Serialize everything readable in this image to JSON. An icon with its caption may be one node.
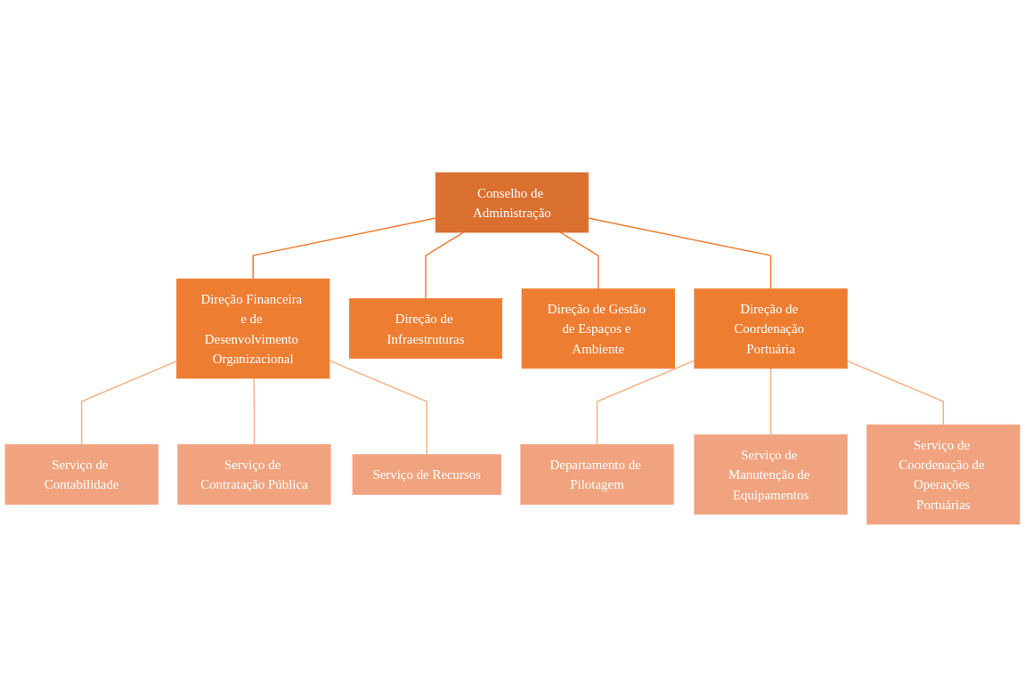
{
  "diagram": {
    "nodes": [
      {
        "text": [
          "Conselho de Administração"
        ]
      },
      {
        "text": [
          "Direção Financeira e de Desenvolvimento Organizacional"
        ]
      },
      {
        "text": [
          "Direção de Infraestruturas"
        ]
      },
      {
        "text": [
          "Direção de Gestão de Espaços e Ambiente"
        ]
      },
      {
        "text": [
          "Direção de Coordenação Portuária"
        ]
      },
      {
        "text": [
          "Serviço de Contabilidade"
        ]
      },
      {
        "text": [
          "Serviço de Contratação Pública"
        ]
      },
      {
        "text": [
          "Serviço de Recursos"
        ]
      },
      {
        "text": [
          "Departamento de Pilotagem"
        ]
      },
      {
        "text": [
          "Serviço de Manutenção de Equipamentos"
        ]
      },
      {
        "text": [
          "Serviço de Coordenação de Operações Portuárias"
        ]
      }
    ],
    "edges": [
      {
        "from": 0,
        "to": 1,
        "arrow": "none",
        "color": "#ed7d31"
      },
      {
        "from": 0,
        "to": 2,
        "arrow": "none",
        "color": "#ed7d31"
      },
      {
        "from": 0,
        "to": 3,
        "arrow": "none",
        "color": "#ed7d31"
      },
      {
        "from": 0,
        "to": 4,
        "arrow": "none",
        "color": "#ed7d31"
      },
      {
        "from": 1,
        "to": 5,
        "arrow": "none"
      },
      {
        "from": 1,
        "to": 6,
        "arrow": "none"
      },
      {
        "from": 1,
        "to": 7,
        "arrow": "none"
      },
      {
        "from": 4,
        "to": 8,
        "arrow": "none"
      },
      {
        "from": 4,
        "to": 9,
        "arrow": "none"
      },
      {
        "from": 4,
        "to": 10,
        "arrow": "none"
      }
    ]
  }
}
